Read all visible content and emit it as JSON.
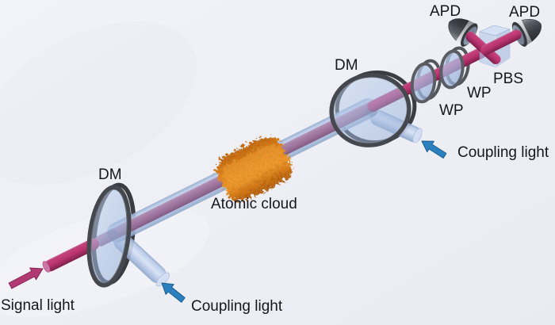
{
  "diagram": {
    "kind": "optical-experiment-setup",
    "labels": {
      "signal_light": "Signal light",
      "coupling_light_1": "Coupling light",
      "coupling_light_2": "Coupling light",
      "atomic_cloud": "Atomic cloud",
      "dm_1": "DM",
      "dm_2": "DM",
      "wp_1": "WP",
      "wp_2": "WP",
      "pbs": "PBS",
      "apd_left": "APD",
      "apd_right": "APD"
    },
    "colors": {
      "signal_beam": "#bd3571",
      "muted_beam_core": "#996c96",
      "coupling_arrow": "#2b80bd",
      "beam_tube": "#c6d4ee",
      "atomic_cloud": "#e07a14",
      "optic_rim": "#45484e",
      "optic_glass": "#a9c0e4",
      "apd_body": "#3c4046",
      "background": "#eef0f5",
      "label_text": "#17171c"
    }
  }
}
